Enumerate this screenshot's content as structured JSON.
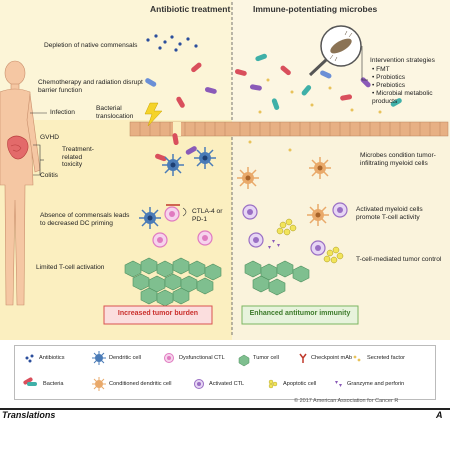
{
  "headers": {
    "left": "Antibiotic treatment",
    "right": "Immune-potentiating microbes"
  },
  "left_labels": {
    "depletion": "Depletion of native commensals",
    "chemo": "Chemotherapy and radiation disrupt barrier function",
    "infection": "Infection",
    "bacterial": "Bacterial translocation",
    "gvhd": "GVHD",
    "treatment": "Treatment-related toxicity",
    "colitis": "Colitis",
    "absence": "Absence of commensals leads to decreased DC priming",
    "ctla": "CTLA-4 or PD-1",
    "limited": "Limited T-cell activation"
  },
  "right_labels": {
    "intervention_title": "Intervention strategies",
    "interventions": [
      "FMT",
      "Probiotics",
      "Prebiotics",
      "Microbial metabolic products"
    ],
    "microbes_condition": "Microbes condition tumor-infiltrating myeloid cells",
    "activated_myeloid": "Activated myeloid cells promote T-cell activity",
    "tcell_mediated": "T-cell-mediated tumor control"
  },
  "outcomes": {
    "left": "Increased tumor burden",
    "right": "Enhanced antitumor immunity"
  },
  "legend": [
    {
      "label": "Antibiotics",
      "icon": "antibiotics-icon"
    },
    {
      "label": "Dendritic cell",
      "icon": "dendritic-cell-icon"
    },
    {
      "label": "Dysfunctional CTL",
      "icon": "dysfunctional-ctl-icon"
    },
    {
      "label": "Tumor cell",
      "icon": "tumor-cell-icon"
    },
    {
      "label": "Checkpoint mAb",
      "icon": "checkpoint-mab-icon"
    },
    {
      "label": "Secreted factor",
      "icon": "secreted-factor-icon"
    },
    {
      "label": "Bacteria",
      "icon": "bacteria-icon"
    },
    {
      "label": "Conditioned dendritic cell",
      "icon": "conditioned-dc-icon"
    },
    {
      "label": "Activated CTL",
      "icon": "activated-ctl-icon"
    },
    {
      "label": "Apoptotic cell",
      "icon": "apoptotic-cell-icon"
    },
    {
      "label": "Granzyme and perforin",
      "icon": "granzyme-icon"
    }
  ],
  "footer": {
    "copyright": "© 2017 American Association for Cancer R",
    "journal_left": "Translations",
    "journal_right": "A"
  },
  "colors": {
    "left_panel": "#fdf3c8",
    "right_panel": "#f9f3dc",
    "outcome_left_border": "#d9534f",
    "outcome_left_text": "#c9302c",
    "outcome_right_border": "#7bb661",
    "outcome_right_text": "#3d7a2a",
    "epithelium": "#e8b48a",
    "tumor_cell": "#7fbf8f",
    "dendritic_cell": "#4a7bb7",
    "conditioned_dc": "#e9a96a",
    "activated_ctl": "#b58ad6",
    "dysfunctional_ctl": "#e07bc0"
  }
}
